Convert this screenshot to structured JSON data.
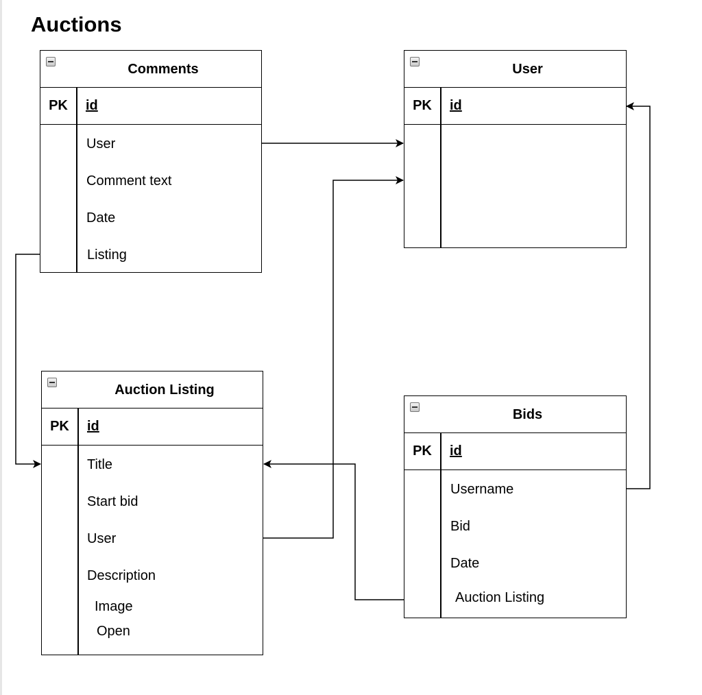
{
  "title": "Auctions",
  "entities": {
    "comments": {
      "name": "Comments",
      "pk_label": "PK",
      "pk_field": "id",
      "fields": [
        "User",
        "Comment text",
        "Date",
        "Listing"
      ]
    },
    "user": {
      "name": "User",
      "pk_label": "PK",
      "pk_field": "id",
      "fields": []
    },
    "auction_listing": {
      "name": "Auction Listing",
      "pk_label": "PK",
      "pk_field": "id",
      "fields": [
        "Title",
        "Start bid",
        "User",
        "Description",
        "Image",
        "Open"
      ]
    },
    "bids": {
      "name": "Bids",
      "pk_label": "PK",
      "pk_field": "id",
      "fields": [
        "Username",
        "Bid",
        "Date",
        "Auction Listing"
      ]
    }
  },
  "relationships": [
    {
      "from": "Comments.User",
      "to": "User"
    },
    {
      "from": "Comments.Listing",
      "to": "Auction Listing.Title"
    },
    {
      "from": "Auction Listing.User",
      "to": "User"
    },
    {
      "from": "Bids.Username",
      "to": "User.id"
    },
    {
      "from": "Bids.Auction Listing",
      "to": "Auction Listing.Title"
    }
  ]
}
